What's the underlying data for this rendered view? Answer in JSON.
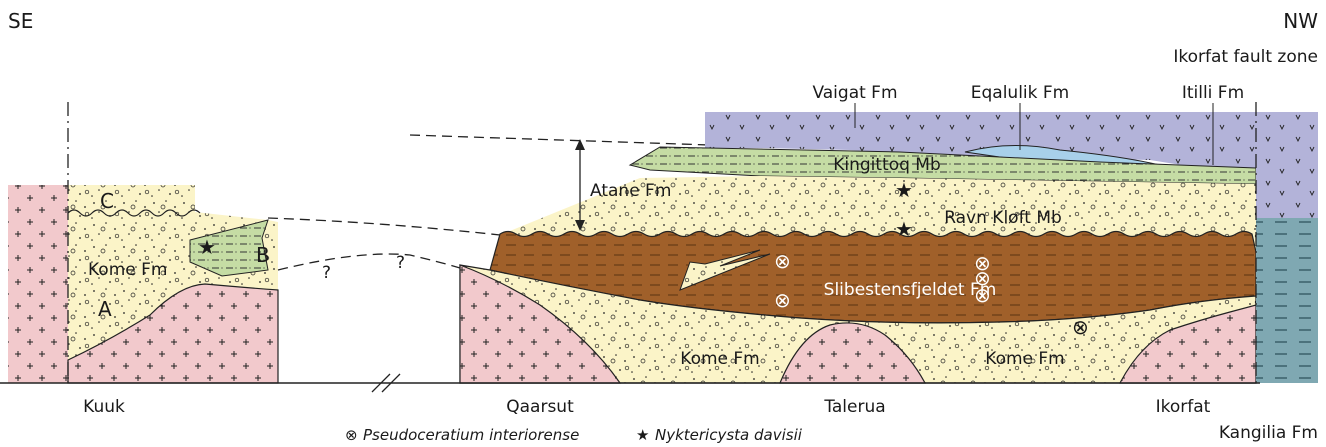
{
  "direction": {
    "left": "SE",
    "right": "NW"
  },
  "labels": {
    "ikorfat_fault_zone": "Ikorfat fault zone",
    "vaigat_fm": "Vaigat Fm",
    "eqalulik_fm": "Eqalulik Fm",
    "itilli_fm": "Itilli Fm",
    "kingittoq_mb": "Kingittoq Mb",
    "atane_fm": "Atane Fm",
    "ravn_kloft_mb": "Ravn Kløft Mb",
    "slibestensfjeldet_fm": "Slibestensfjeldet Fm",
    "kome_fm_left": "Kome Fm",
    "kome_fm_mid": "Kome Fm",
    "kome_fm_right": "Kome Fm",
    "unit_a": "A",
    "unit_b": "B",
    "unit_c": "C",
    "query1": "?",
    "query2": "?"
  },
  "localities": [
    "Kuuk",
    "Qaarsut",
    "Talerua",
    "Ikorfat"
  ],
  "kangilia_fm": "Kangilia Fm",
  "legend": {
    "pseudoceratium_symbol": "⊗",
    "pseudoceratium": "Pseudoceratium interiorense",
    "nyktericysta_symbol": "★",
    "nyktericysta": "Nyktericysta davisii"
  },
  "colors": {
    "basement_pink": "#f2c9cc",
    "sandstone_cream": "#fbf4c8",
    "mudstone_brown": "#a0602a",
    "kingittoq_green": "#c5dca4",
    "volcanic_lavender": "#b3b3d9",
    "eqalulik_blue": "#a8d0ea",
    "kangilia_slate": "#7fa8b2"
  }
}
